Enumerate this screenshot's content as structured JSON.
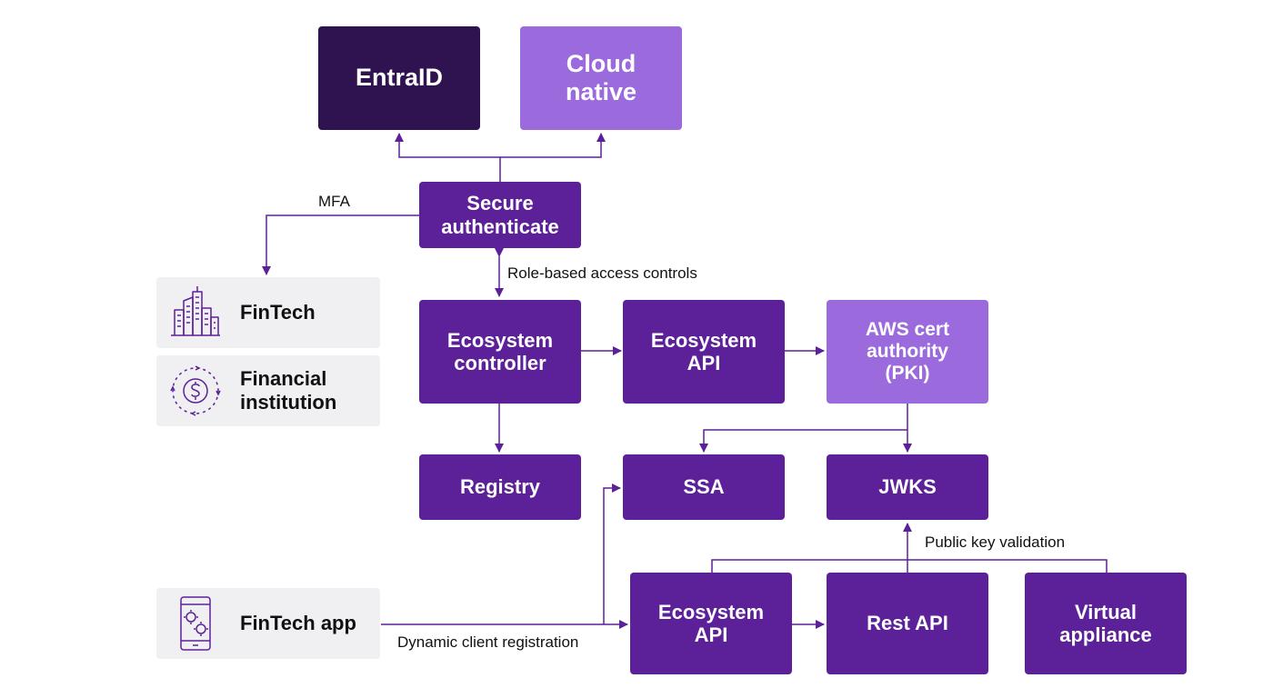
{
  "nodes": {
    "entraid": "EntraID",
    "cloud_native": "Cloud native",
    "secure_authenticate": "Secure authenticate",
    "ecosystem_controller": "Ecosystem controller",
    "ecosystem_api_top": "Ecosystem API",
    "aws_cert_authority": "AWS cert authority (PKI)",
    "registry": "Registry",
    "ssa": "SSA",
    "jwks": "JWKS",
    "ecosystem_api_bottom": "Ecosystem API",
    "rest_api": "Rest API",
    "virtual_appliance": "Virtual appliance"
  },
  "cards": {
    "fintech": "FinTech",
    "financial_institution": "Financial institution",
    "fintech_app": "FinTech app"
  },
  "edge_labels": {
    "mfa": "MFA",
    "role_based_access": "Role-based access controls",
    "public_key_validation": "Public key validation",
    "dynamic_client_registration": "Dynamic client registration"
  },
  "icons": {
    "fintech": "city-buildings-icon",
    "financial_institution": "dollar-cycle-icon",
    "fintech_app": "mobile-app-icon"
  },
  "colors": {
    "dark_purple": "#2e1350",
    "purple": "#5c2199",
    "light_purple": "#9b6bde",
    "arrow": "#5c2199",
    "card_bg": "#f0f0f2"
  }
}
